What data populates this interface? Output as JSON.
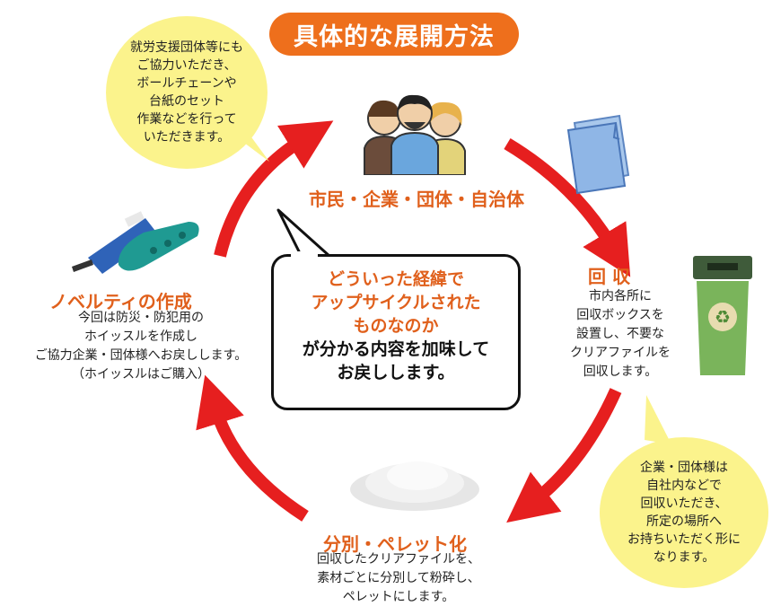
{
  "title": "具体的な展開方法",
  "nodes": {
    "citizens": {
      "title": "市民・企業・団体・自治体"
    },
    "collect": {
      "title": "回 収",
      "desc": "市内各所に\n回収ボックスを\n設置し、不要な\nクリアファイルを\n回収します。"
    },
    "pellet": {
      "title": "分別・ペレット化",
      "desc": "回収したクリアファイルを、\n素材ごとに分別して粉砕し、\nペレットにします。"
    },
    "novelty": {
      "title": "ノベルティの作成",
      "desc": "今回は防災・防犯用の\nホイッスルを作成し\nご協力企業・団体様へお戻しします。\n（ホイッスルはご購入）"
    }
  },
  "bubbles": {
    "topleft": "就労支援団体等にも\nご協力いただき、\nボールチェーンや\n台紙のセット\n作業などを行って\nいただきます。",
    "bottomright": "企業・団体様は\n自社内などで\n回収いただき、\n所定の場所へ\nお持ちいただく形に\nなります。"
  },
  "center": {
    "orange": "どういった経緯で\nアップサイクルされた\nものなのか",
    "black": "が分かる内容を加味して\nお戻しします。"
  },
  "colors": {
    "accent": "#e0601c",
    "pill": "#ee6f1c",
    "arrow": "#e61f1f",
    "bubble": "#fbf38c"
  },
  "icons": [
    "people-icon",
    "clear-file-icon",
    "recycle-bin-icon",
    "pellets-icon",
    "whistle-icon"
  ]
}
